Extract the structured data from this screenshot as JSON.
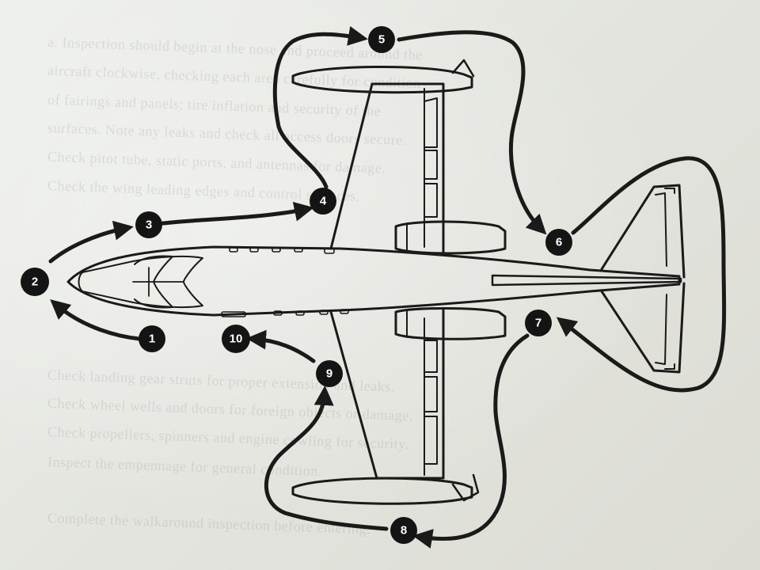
{
  "diagram": {
    "background_color": "#e6e7e2",
    "ink_color": "#1a1a1a",
    "markers": [
      {
        "id": "1",
        "label": "1"
      },
      {
        "id": "2",
        "label": "2"
      },
      {
        "id": "3",
        "label": "3"
      },
      {
        "id": "4",
        "label": "4"
      },
      {
        "id": "5",
        "label": "5"
      },
      {
        "id": "6",
        "label": "6"
      },
      {
        "id": "7",
        "label": "7"
      },
      {
        "id": "8",
        "label": "8"
      },
      {
        "id": "9",
        "label": "9"
      },
      {
        "id": "10",
        "label": "10"
      }
    ]
  }
}
